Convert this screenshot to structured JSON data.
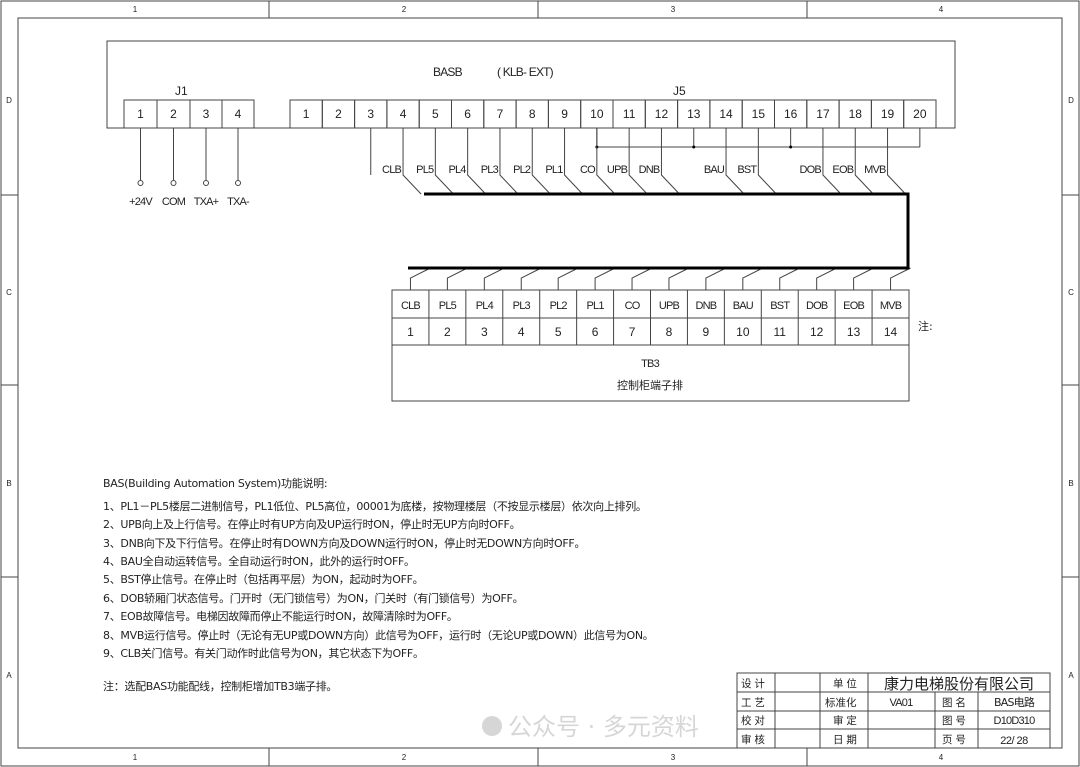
{
  "frame": {
    "columns": [
      "1",
      "2",
      "3",
      "4"
    ],
    "rows": [
      "D",
      "C",
      "B",
      "A"
    ]
  },
  "board": {
    "name": "BASB",
    "model": "( KLB- EXT)",
    "j1": {
      "label": "J1",
      "pins": [
        "1",
        "2",
        "3",
        "4"
      ],
      "signals": [
        "+24V",
        "COM",
        "TXA+",
        "TXA-"
      ]
    },
    "j5": {
      "label": "J5",
      "pins": [
        "1",
        "2",
        "3",
        "4",
        "5",
        "6",
        "7",
        "8",
        "9",
        "10",
        "11",
        "12",
        "13",
        "14",
        "15",
        "16",
        "17",
        "18",
        "19",
        "20"
      ],
      "signals": [
        {
          "pin": "4",
          "label": "CLB"
        },
        {
          "pin": "5",
          "label": "PL5"
        },
        {
          "pin": "6",
          "label": "PL4"
        },
        {
          "pin": "7",
          "label": "PL3"
        },
        {
          "pin": "8",
          "label": "PL2"
        },
        {
          "pin": "9",
          "label": "PL1"
        },
        {
          "pin": "10",
          "label": "CO"
        },
        {
          "pin": "11",
          "label": "UPB"
        },
        {
          "pin": "12",
          "label": "DNB"
        },
        {
          "pin": "14",
          "label": "BAU"
        },
        {
          "pin": "15",
          "label": "BST"
        },
        {
          "pin": "17",
          "label": "DOB"
        },
        {
          "pin": "18",
          "label": "EOB"
        },
        {
          "pin": "19",
          "label": "MVB"
        }
      ],
      "common_pins": [
        "10",
        "13",
        "16",
        "20"
      ]
    }
  },
  "tb3": {
    "signals": [
      "CLB",
      "PL5",
      "PL4",
      "PL3",
      "PL2",
      "PL1",
      "CO",
      "UPB",
      "DNB",
      "BAU",
      "BST",
      "DOB",
      "EOB",
      "MVB"
    ],
    "numbers": [
      "1",
      "2",
      "3",
      "4",
      "5",
      "6",
      "7",
      "8",
      "9",
      "10",
      "11",
      "12",
      "13",
      "14"
    ],
    "name": "TB3",
    "caption": "控制柜端子排"
  },
  "side_note": "注:",
  "description": {
    "title": "BAS(Building Automation System)功能说明:",
    "items": [
      "1、PL1－PL5楼层二进制信号，PL1低位、PL5高位，00001为底楼，按物理楼层（不按显示楼层）依次向上排列。",
      "2、UPB向上及上行信号。在停止时有UP方向及UP运行时ON，停止时无UP方向时OFF。",
      "3、DNB向下及下行信号。在停止时有DOWN方向及DOWN运行时ON，停止时无DOWN方向时OFF。",
      "4、BAU全自动运转信号。全自动运行时ON，此外的运行时OFF。",
      "5、BST停止信号。在停止时（包括再平层）为ON，起动时为OFF。",
      "6、DOB轿厢门状态信号。门开时（无门锁信号）为ON，门关时（有门锁信号）为OFF。",
      "7、EOB故障信号。电梯因故障而停止不能运行时ON，故障清除时为OFF。",
      "8、MVB运行信号。停止时（无论有无UP或DOWN方向）此信号为OFF，运行时（无论UP或DOWN）此信号为ON。",
      "9、CLB关门信号。有关门动作时此信号为ON，其它状态下为OFF。"
    ],
    "note": "注：选配BAS功能配线，控制柜增加TB3端子排。"
  },
  "title_block": {
    "design_label": "设 计",
    "process_label": "工 艺",
    "proof_label": "校 对",
    "review_label": "审 核",
    "unit_label": "单 位",
    "company": "康力电梯股份有限公司",
    "standard_label": "标准化",
    "standard_value": "VA01",
    "approve_label": "审 定",
    "date_label": "日 期",
    "drawing_name_label": "图 名",
    "drawing_name": "BAS电路",
    "drawing_no_label": "图 号",
    "drawing_no": "D10D310",
    "page_label": "页 号",
    "page": "22/ 28"
  },
  "watermark": "公众号 · 多元资料"
}
